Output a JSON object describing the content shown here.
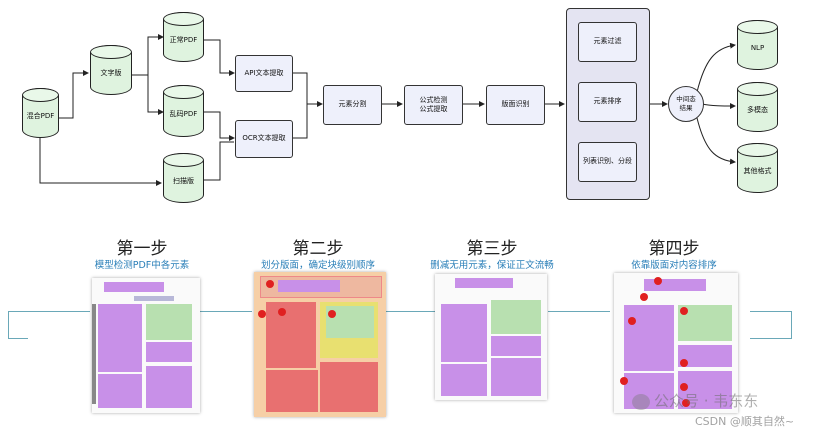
{
  "flow": {
    "mixed_pdf": "混合PDF",
    "text_version": "文字版",
    "scanned": "扫描版",
    "normal_pdf": "正常PDF",
    "garbled_pdf": "乱码PDF",
    "api_extract": "API文本提取",
    "ocr_extract": "OCR文本提取",
    "element_split": "元素分割",
    "formula_detect": "公式检测\n公式提取",
    "layout_recog": "版面识别",
    "element_filter": "元素过滤",
    "element_sort": "元素排序",
    "list_recog": "列表识别、分段",
    "intermediate": "中间态\n结果",
    "nlp": "NLP",
    "multimodal": "多模态",
    "other_formats": "其他格式"
  },
  "steps": [
    {
      "title": "第一步",
      "subtitle": "模型检测PDF中各元素"
    },
    {
      "title": "第二步",
      "subtitle": "划分版面，确定块级别顺序"
    },
    {
      "title": "第三步",
      "subtitle": "删减无用元素，保证正文流畅"
    },
    {
      "title": "第四步",
      "subtitle": "依靠版面对内容排序"
    }
  ],
  "watermarks": {
    "wechat": "公众号 · 韦东东",
    "csdn": "CSDN @顺其自然~"
  },
  "colors": {
    "cylinder": "#dff3df",
    "box": "#eef0fb",
    "purple_block": "#c890e8",
    "green_block": "#b8e0b0",
    "red_block": "#e87070",
    "step_subtitle": "#2a7fb8"
  }
}
